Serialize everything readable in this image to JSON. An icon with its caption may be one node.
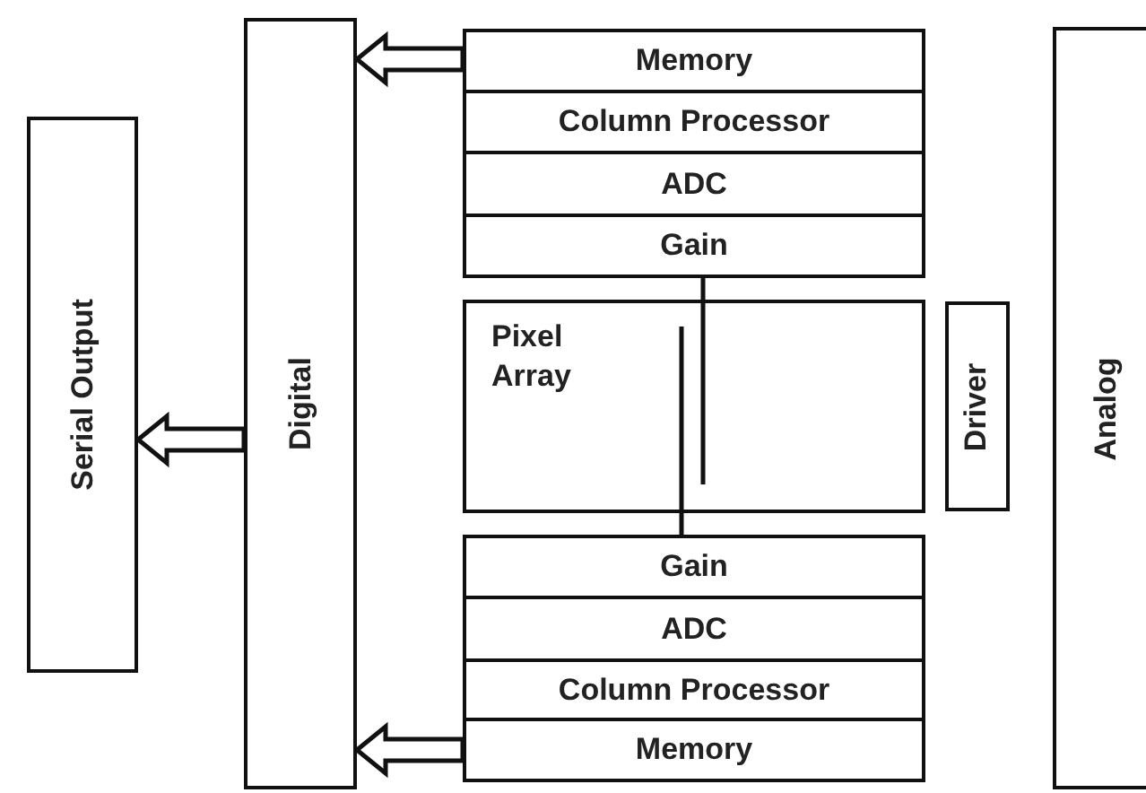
{
  "diagram": {
    "nodes": [
      {
        "text": [
          "Serial Output"
        ]
      },
      {
        "text": [
          "Digital"
        ]
      },
      {
        "text": [
          "Memory"
        ]
      },
      {
        "text": [
          "Column Processor"
        ]
      },
      {
        "text": [
          "ADC"
        ]
      },
      {
        "text": [
          "Gain"
        ]
      },
      {
        "text": [
          "Pixel Array"
        ]
      },
      {
        "text": [
          "Driver"
        ]
      },
      {
        "text": [
          "Gain"
        ]
      },
      {
        "text": [
          "ADC"
        ]
      },
      {
        "text": [
          "Column Processor"
        ]
      },
      {
        "text": [
          "Memory"
        ]
      },
      {
        "text": [
          "Analog"
        ]
      }
    ],
    "edges": [
      {
        "from": 2,
        "to": 1,
        "arrow": "to",
        "style": "thick"
      },
      {
        "from": 11,
        "to": 1,
        "arrow": "to",
        "style": "thick"
      },
      {
        "from": 1,
        "to": 0,
        "arrow": "to",
        "style": "thick"
      },
      {
        "from": 5,
        "to": 6,
        "arrow": "none"
      },
      {
        "from": 6,
        "to": 8,
        "arrow": "none"
      }
    ]
  }
}
